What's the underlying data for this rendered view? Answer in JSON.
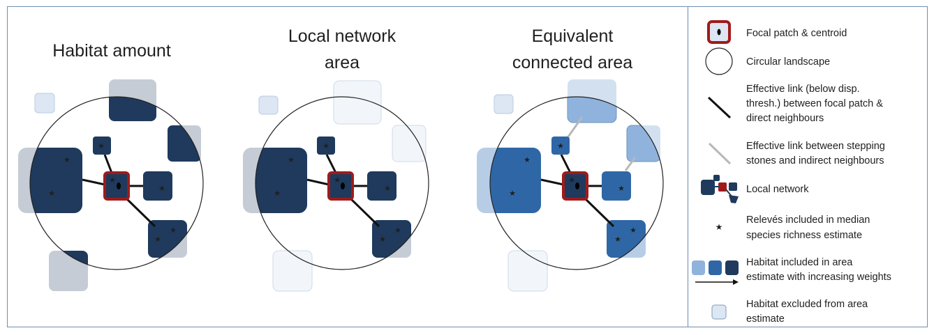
{
  "colors": {
    "frame": "#6f8fae",
    "dark_patch": "#1f3a5c",
    "dark_patch_stroke": "#16314f",
    "medium_patch": "#2f67a6",
    "light_patch": "#8fb3dc",
    "excluded_patch_fill": "#eef3fa",
    "excluded_patch_stroke": "#c4d2e4",
    "grey_patch": "#c5ccd6",
    "focal_border": "#a11a1a",
    "star": "#f2b01e",
    "effective_link": "#111111",
    "stepping_link": "#b8b8b8"
  },
  "panels": [
    {
      "id": "habitat-amount",
      "title_lines": [
        "Habitat amount"
      ]
    },
    {
      "id": "local-network-area",
      "title_lines": [
        "Local network",
        "area"
      ]
    },
    {
      "id": "equivalent-connected-area",
      "title_lines": [
        "Equivalent",
        "connected area"
      ]
    }
  ],
  "legend": {
    "items": [
      {
        "key": "focal-patch",
        "icon": "focal-patch-icon",
        "lines": [
          "Focal patch & centroid"
        ]
      },
      {
        "key": "circular-landscape",
        "icon": "circle-icon",
        "lines": [
          "Circular landscape"
        ]
      },
      {
        "key": "effective-link",
        "icon": "black-line-icon",
        "lines": [
          "Effective link (below disp.",
          "thresh.) between focal patch &",
          "direct neighbours"
        ]
      },
      {
        "key": "stepping-link",
        "icon": "grey-line-icon",
        "lines": [
          "Effective link between stepping",
          "stones and indirect neighbours"
        ]
      },
      {
        "key": "local-network",
        "icon": "network-icon",
        "lines": [
          "Local network"
        ]
      },
      {
        "key": "releves",
        "icon": "star-icon",
        "lines": [
          "Relevés included in median",
          "species richness estimate"
        ]
      },
      {
        "key": "habitat-included",
        "icon": "weight-squares-icon",
        "lines": [
          "Habitat included in area",
          "estimate with increasing weights"
        ]
      },
      {
        "key": "habitat-excluded",
        "icon": "excluded-square-icon",
        "lines": [
          "Habitat excluded from area",
          "estimate"
        ]
      }
    ]
  }
}
